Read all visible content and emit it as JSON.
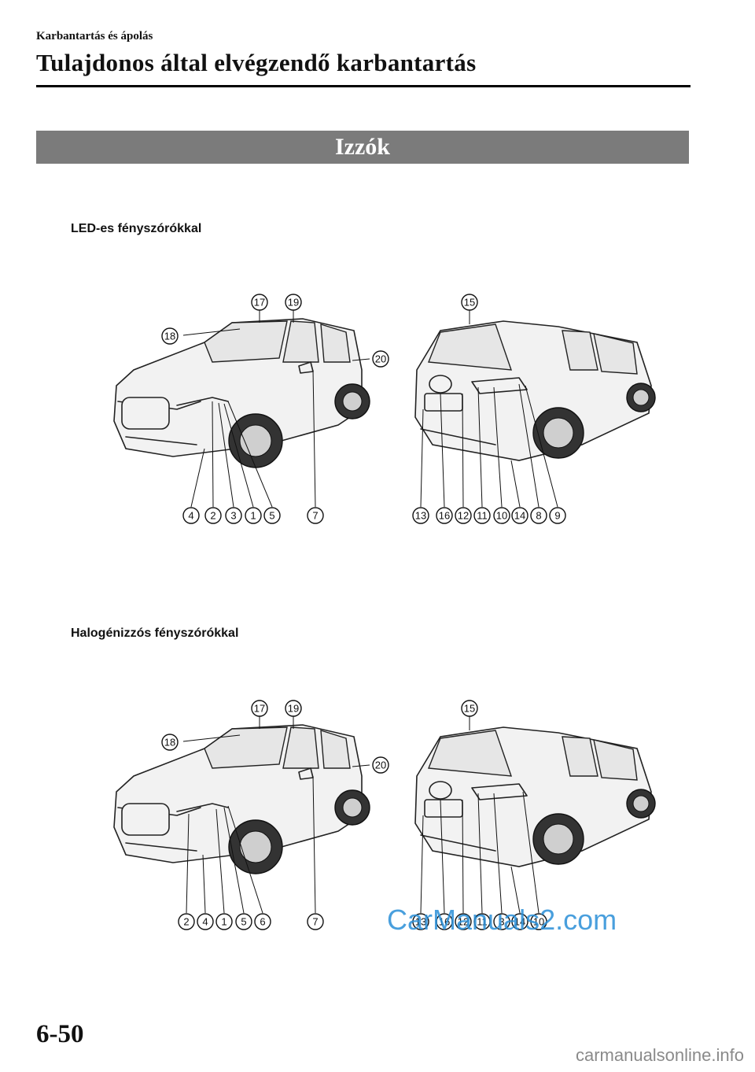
{
  "header": {
    "breadcrumb": "Karbantartás és ápolás",
    "title": "Tulajdonos által elvégzendő karbantartás"
  },
  "section": {
    "title": "Izzók"
  },
  "variants": [
    {
      "label": "LED-es fényszórókkal",
      "front_callouts": [
        "17",
        "19",
        "18",
        "20",
        "4",
        "2",
        "3",
        "1",
        "5",
        "7"
      ],
      "rear_callouts": [
        "15",
        "13",
        "16",
        "12",
        "11",
        "10",
        "14",
        "8",
        "9"
      ]
    },
    {
      "label": "Halogénizzós fényszórókkal",
      "front_callouts": [
        "17",
        "19",
        "18",
        "20",
        "2",
        "4",
        "1",
        "5",
        "6",
        "7"
      ],
      "rear_callouts": [
        "15",
        "13",
        "16",
        "12",
        "11",
        "3",
        "14",
        "10"
      ]
    }
  ],
  "watermark": "CarManuals2.com",
  "footer": {
    "page_number": "6-50",
    "site": "carmanualsonline.info"
  }
}
